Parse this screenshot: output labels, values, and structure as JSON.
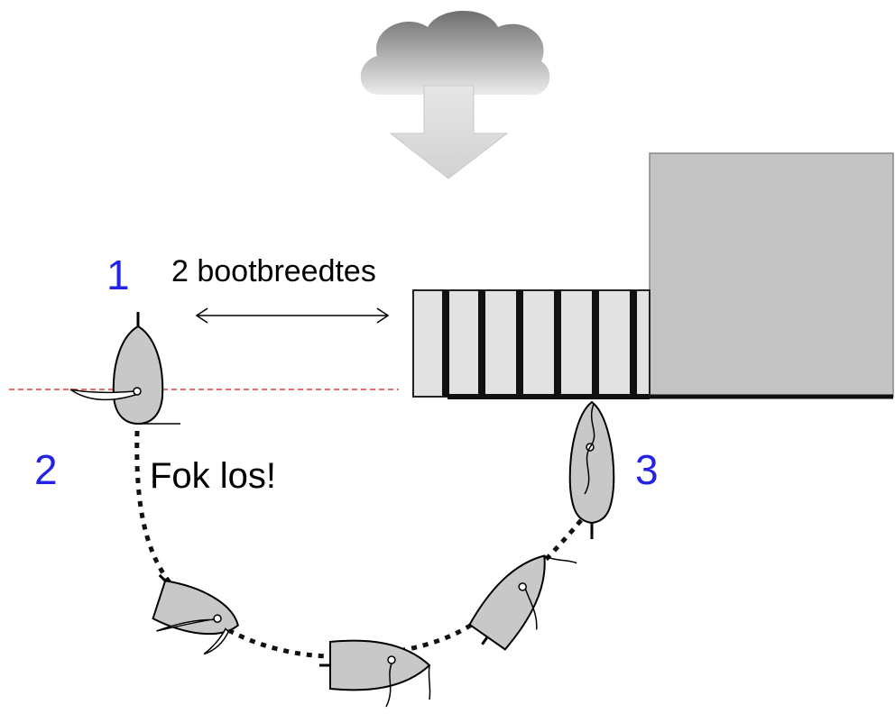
{
  "labels": {
    "step_1": "1",
    "step_2": "2",
    "step_3": "3",
    "distance": "2 bootbreedtes",
    "command": "Fok los!"
  },
  "colors": {
    "step_numbers": "#2323e6",
    "boat_hull": "#c8c8c8",
    "jetty_planks": "#e2e2e2",
    "quay": "#c4c4c4",
    "wind_line": "#e23c3c",
    "wind_arrow": "#dcdcdc",
    "cloud_top": "#6e6e6e",
    "cloud_bottom": "#ececec"
  },
  "icons": {
    "wind": "cloud-with-down-arrow-icon",
    "boat": "sailboat-topview-icon",
    "distance": "double-headed-arrow-icon"
  }
}
